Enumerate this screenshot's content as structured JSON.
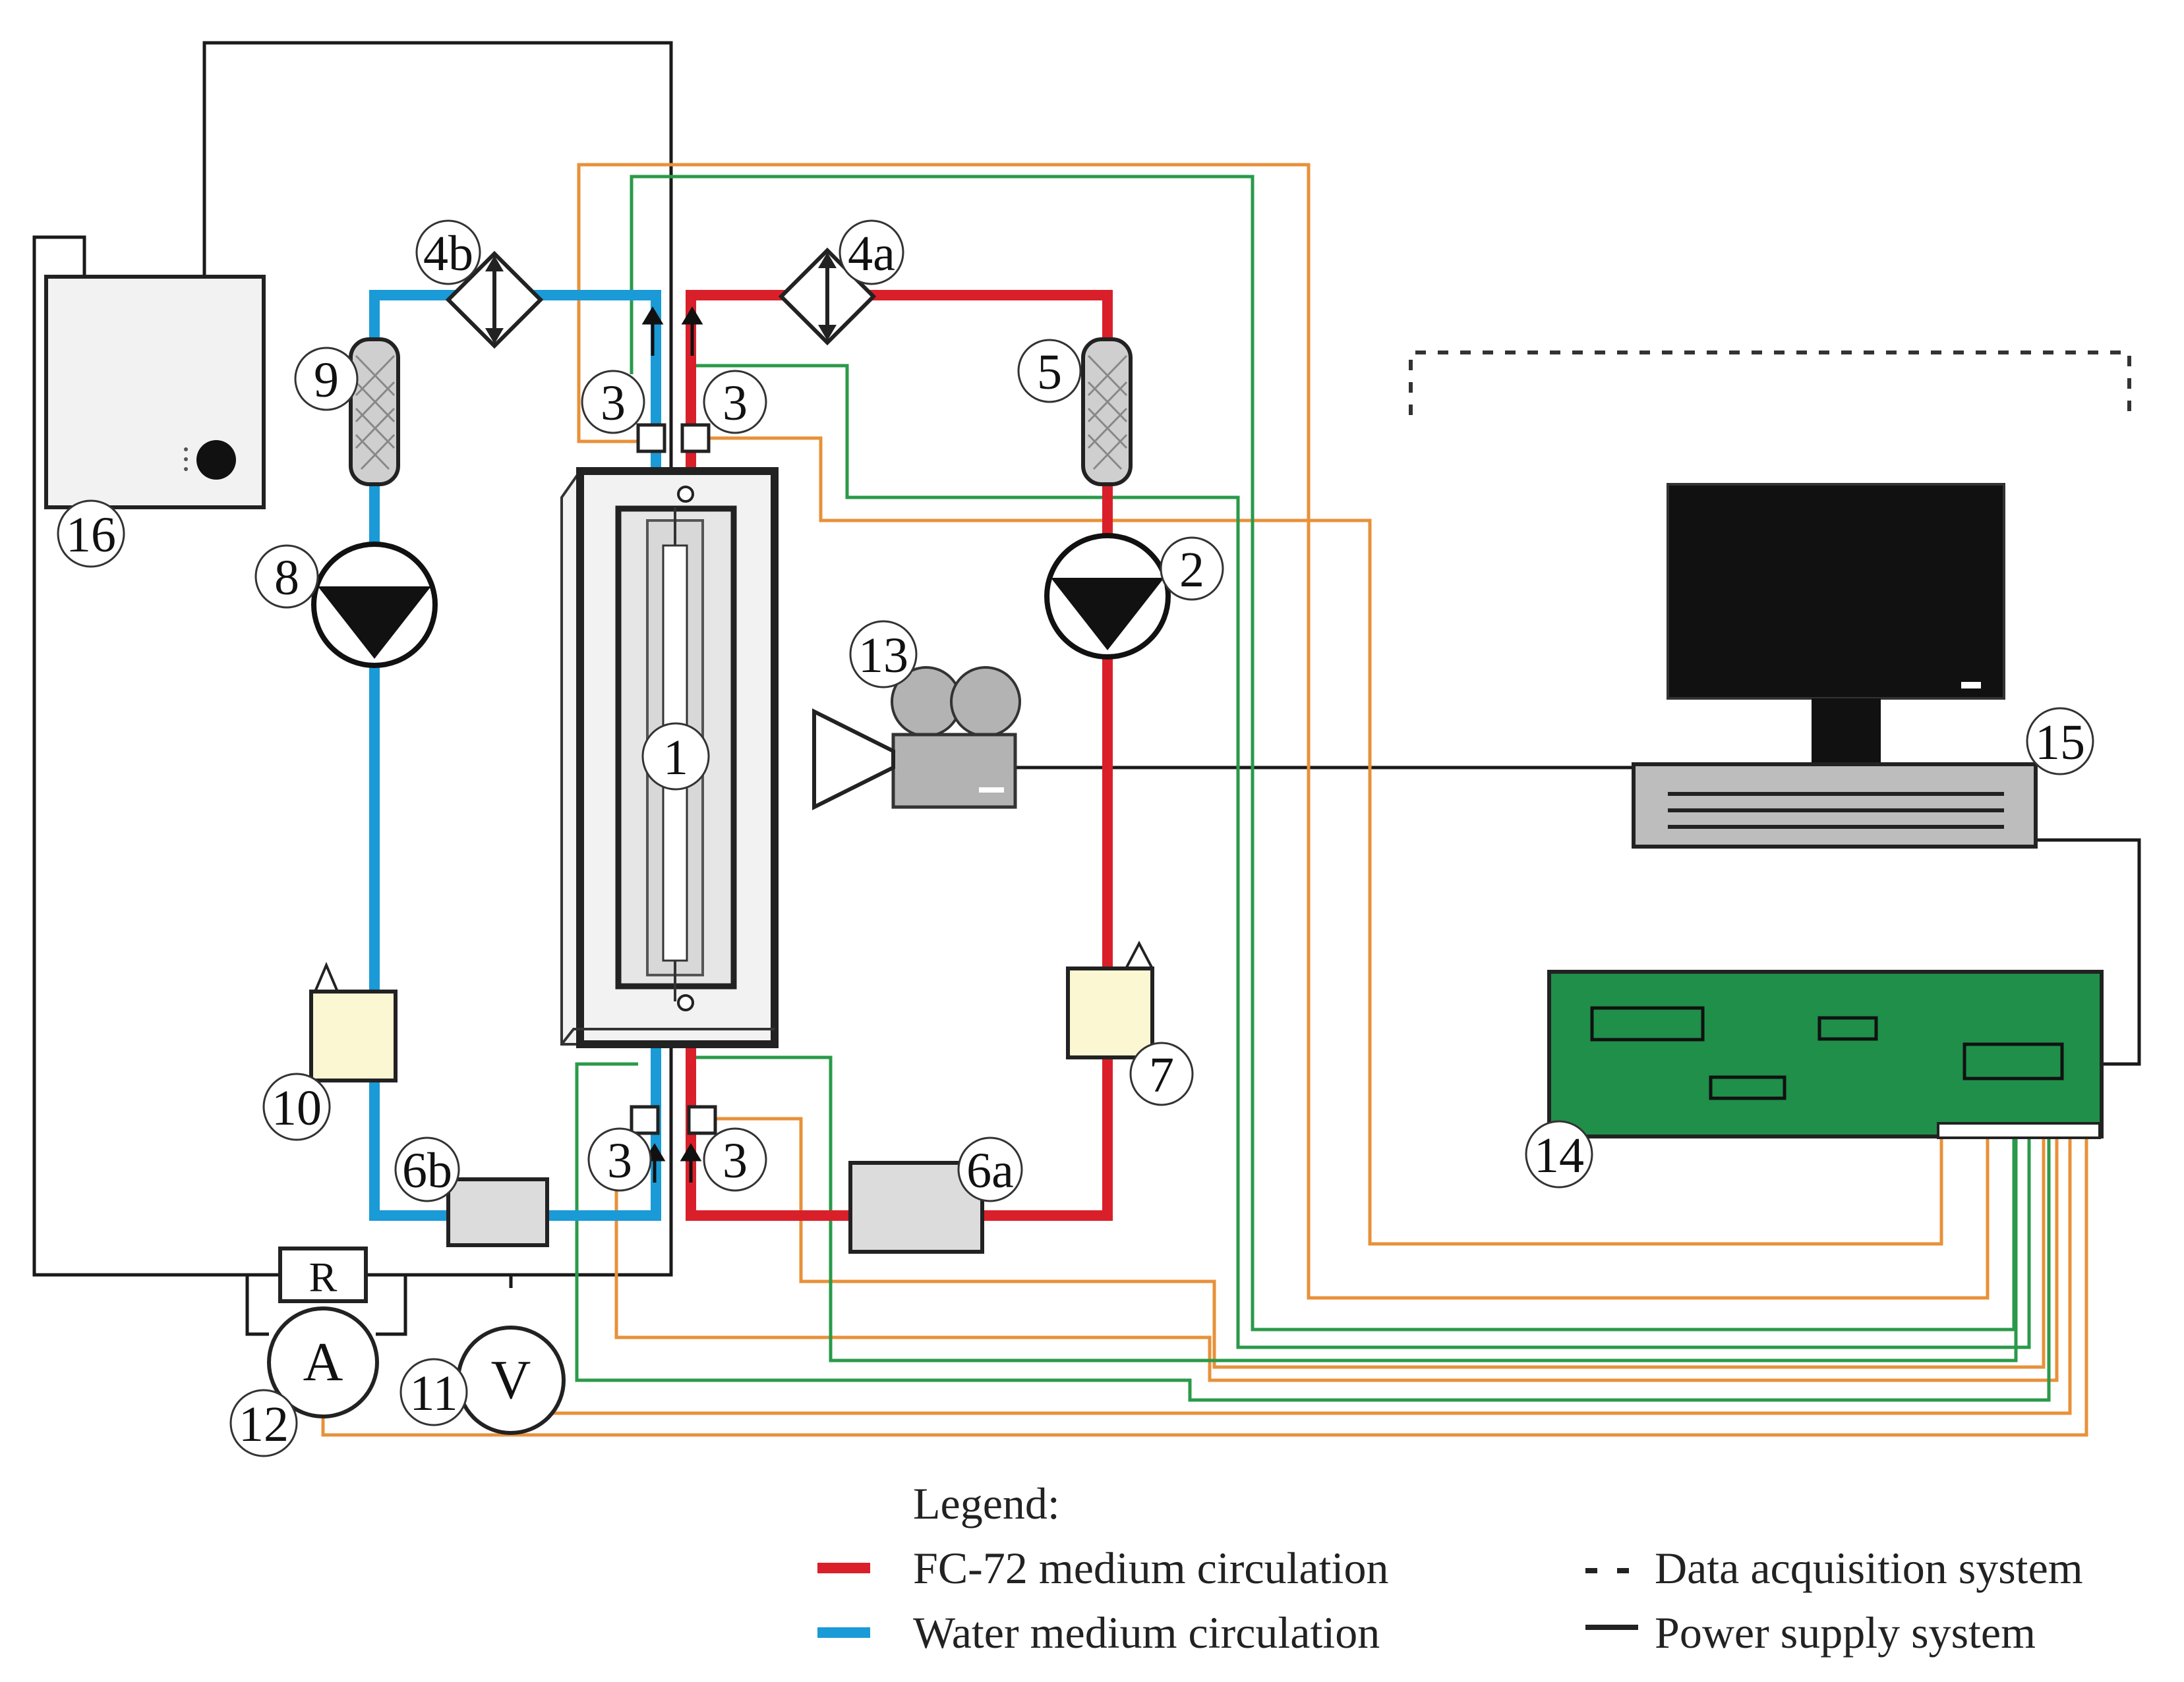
{
  "labels": {
    "n1": "1",
    "n2": "2",
    "n3": "3",
    "n4a": "4a",
    "n4b": "4b",
    "n5": "5",
    "n6a": "6a",
    "n6b": "6b",
    "n7": "7",
    "n8": "8",
    "n9": "9",
    "n10": "10",
    "n11": "11",
    "n12": "12",
    "n13": "13",
    "n14": "14",
    "n15": "15",
    "n16": "16"
  },
  "meters": {
    "resistor": "R",
    "ammeter": "A",
    "voltmeter": "V"
  },
  "legend": {
    "title": "Legend:",
    "fc72": "FC-72 medium circulation",
    "water": "Water medium circulation",
    "daq": "Data acquisition system",
    "power": "Power supply system"
  },
  "colors": {
    "fc72": "#d9202a",
    "water": "#1a9ad6",
    "daq_orange": "#e8913a",
    "daq_green": "#2a9a4a",
    "power": "#1a1a1a",
    "board": "#1f8f4a"
  }
}
